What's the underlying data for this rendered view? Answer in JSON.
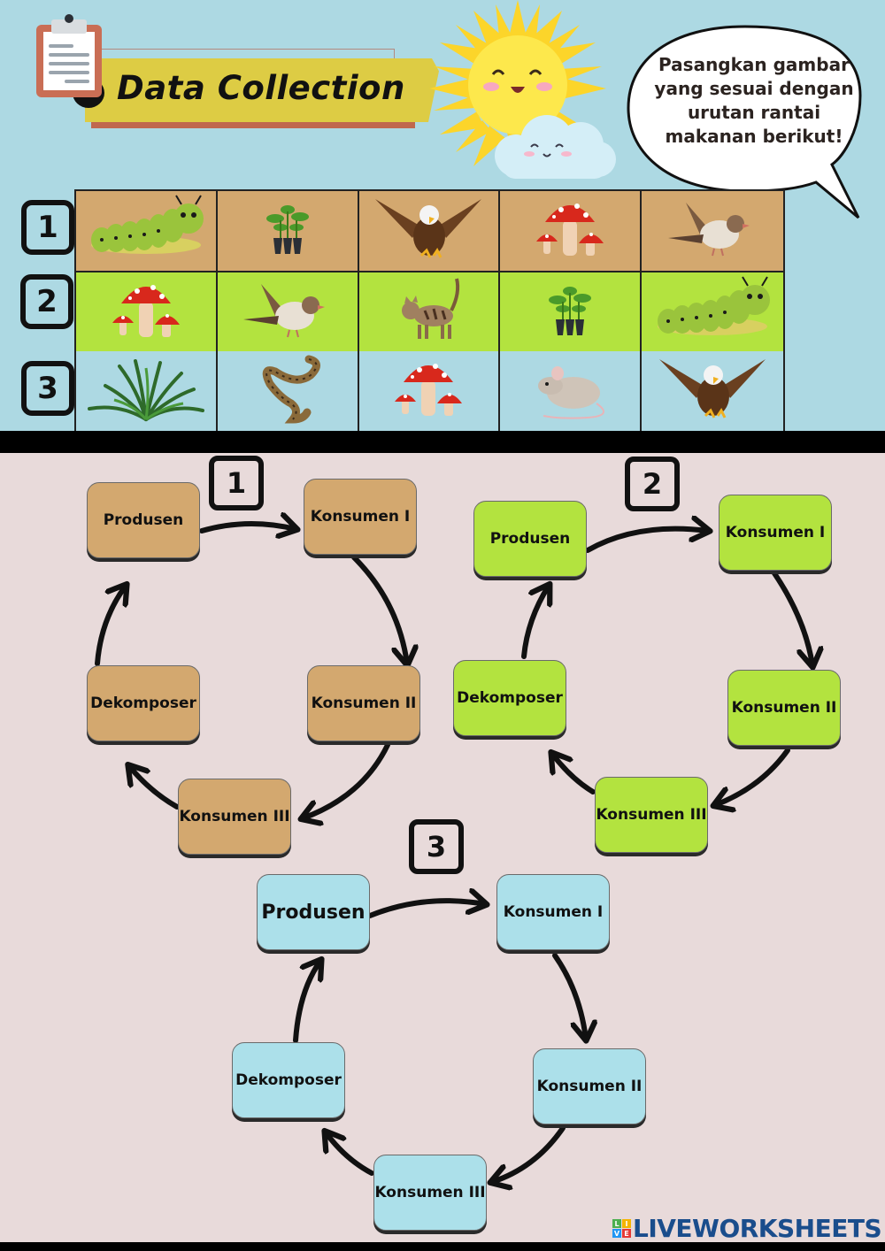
{
  "header": {
    "title": "Data Collection",
    "instruction": "Pasangkan gambar yang sesuai dengan urutan rantai makanan berikut!"
  },
  "colors": {
    "top_background": "#add9e3",
    "bottom_background": "#e8dada",
    "row1": "#d3a86f",
    "row2": "#b3e33f",
    "row3": "#add9e3",
    "banner": "#ddcc44",
    "brand": "#1a4d8c"
  },
  "grid": {
    "rows": [
      {
        "label": "1",
        "items": [
          "caterpillar",
          "seedling",
          "eagle",
          "mushroom",
          "sparrow"
        ]
      },
      {
        "label": "2",
        "items": [
          "mushroom",
          "sparrow",
          "cat",
          "seedling",
          "caterpillar"
        ]
      },
      {
        "label": "3",
        "items": [
          "grass",
          "snake",
          "mushroom",
          "mouse",
          "eagle"
        ]
      }
    ]
  },
  "chains": [
    {
      "number": "1",
      "nodes": [
        "Produsen",
        "Konsumen I",
        "Konsumen II",
        "Konsumen III",
        "Dekomposer"
      ]
    },
    {
      "number": "2",
      "nodes": [
        "Produsen",
        "Konsumen I",
        "Konsumen II",
        "Konsumen III",
        "Dekomposer"
      ]
    },
    {
      "number": "3",
      "nodes": [
        "Produsen",
        "Konsumen I",
        "Konsumen II",
        "Konsumen III",
        "Dekomposer"
      ]
    }
  ],
  "footer": {
    "brand": "LIVEWORKSHEETS",
    "logo_letters": [
      "L",
      "I",
      "V",
      "E"
    ]
  }
}
